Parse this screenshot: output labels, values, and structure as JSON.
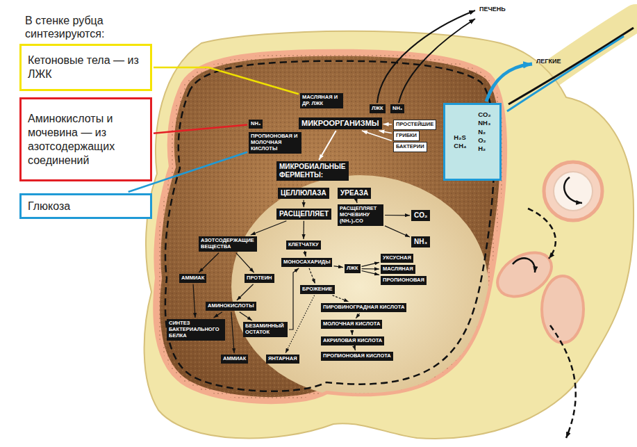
{
  "diagram": {
    "nodes": [
      {
        "text": [
          "Кетоновые тела — из ЛЖК"
        ]
      },
      {
        "text": [
          "Аминокислоты и мочевина — из азотсодержащих соединений"
        ]
      },
      {
        "text": [
          "Глюкоза"
        ]
      },
      {
        "text": [
          "МАСЛЯНАЯ И ДР. ЛЖК"
        ]
      },
      {
        "text": [
          "ЛЖК"
        ]
      },
      {
        "text": [
          "NH₃"
        ]
      },
      {
        "text": [
          "NH₃"
        ]
      },
      {
        "text": [
          "ПРОПИОНОВАЯ И МОЛОЧНАЯ КИСЛОТЫ"
        ]
      },
      {
        "text": [
          "МИКРООРГАНИЗМЫ"
        ]
      },
      {
        "text": [
          "ПРОСТЕЙШИЕ"
        ]
      },
      {
        "text": [
          "ГРИБКИ"
        ]
      },
      {
        "text": [
          "БАКТЕРИИ"
        ]
      },
      {
        "text": [
          "CO₂ NH₃ N₂ O₂ H₂",
          "H₂S CH₄"
        ]
      },
      {
        "text": [
          "МИКРОБИАЛЬНЫЕ ФЕРМЕНТЫ:"
        ]
      },
      {
        "text": [
          "ЦЕЛЛЮЛАЗА"
        ]
      },
      {
        "text": [
          "УРЕАЗА"
        ]
      },
      {
        "text": [
          "РАСЩЕПЛЯЕТ"
        ]
      },
      {
        "text": [
          "РАСЩЕПЛЯЕТ МОЧЕВИНУ (NH₂)₂CO"
        ]
      },
      {
        "text": [
          "CO₂"
        ]
      },
      {
        "text": [
          "NH₃"
        ]
      },
      {
        "text": [
          "АЗОТСОДЕРЖАЩИЕ ВЕЩЕСТВА"
        ]
      },
      {
        "text": [
          "КЛЕТЧАТКУ"
        ]
      },
      {
        "text": [
          "МОНОСАХАРИДЫ"
        ]
      },
      {
        "text": [
          "ЛЖК"
        ]
      },
      {
        "text": [
          "УКСУСНАЯ"
        ]
      },
      {
        "text": [
          "МАСЛЯНАЯ"
        ]
      },
      {
        "text": [
          "ПРОПИОНОВАЯ"
        ]
      },
      {
        "text": [
          "АММИАК"
        ]
      },
      {
        "text": [
          "ПРОТЕИН"
        ]
      },
      {
        "text": [
          "АМИНОКИСЛОТЫ"
        ]
      },
      {
        "text": [
          "СИНТЕЗ БАКТЕРИАЛЬНОГО БЕЛКА"
        ]
      },
      {
        "text": [
          "БЕЗАМИННЫЙ ОСТАТОК"
        ]
      },
      {
        "text": [
          "АММИАК"
        ]
      },
      {
        "text": [
          "БРОЖЕНИЕ"
        ]
      },
      {
        "text": [
          "ЯНТАРНАЯ"
        ]
      },
      {
        "text": [
          "ПИРОВИНОГРАДНАЯ КИСЛОТА"
        ]
      },
      {
        "text": [
          "МОЛОЧНАЯ КИСЛОТА"
        ]
      },
      {
        "text": [
          "АКРИЛОВАЯ КИСЛОТА"
        ]
      },
      {
        "text": [
          "ПРОПИОНОВАЯ КИСЛОТА"
        ]
      }
    ],
    "edges": [
      {
        "from": 0,
        "to": 3,
        "arrow": "none"
      },
      {
        "from": 1,
        "to": 6,
        "arrow": "none"
      },
      {
        "from": 2,
        "to": 7,
        "arrow": "none"
      },
      {
        "from": 9,
        "to": 8,
        "arrow": "to"
      },
      {
        "from": 10,
        "to": 8,
        "arrow": "to"
      },
      {
        "from": 11,
        "to": 8,
        "arrow": "to"
      },
      {
        "from": 8,
        "to": 13,
        "arrow": "to"
      },
      {
        "from": 14,
        "to": 16,
        "arrow": "to"
      },
      {
        "from": 15,
        "to": 17,
        "arrow": "to"
      },
      {
        "from": 17,
        "to": 18,
        "arrow": "to"
      },
      {
        "from": 17,
        "to": 19,
        "arrow": "to"
      },
      {
        "from": 16,
        "to": 20,
        "arrow": "to"
      },
      {
        "from": 16,
        "to": 21,
        "arrow": "to"
      },
      {
        "from": 21,
        "to": 22,
        "arrow": "to"
      },
      {
        "from": 22,
        "to": 23,
        "arrow": "to"
      },
      {
        "from": 23,
        "to": 24,
        "arrow": "to"
      },
      {
        "from": 23,
        "to": 25,
        "arrow": "to"
      },
      {
        "from": 23,
        "to": 26,
        "arrow": "to"
      },
      {
        "from": 20,
        "to": 27,
        "arrow": "to"
      },
      {
        "from": 20,
        "to": 28,
        "arrow": "to"
      },
      {
        "from": 28,
        "to": 29,
        "arrow": "to"
      },
      {
        "from": 27,
        "to": 30,
        "arrow": "to"
      },
      {
        "from": 29,
        "to": 30,
        "arrow": "to"
      },
      {
        "from": 29,
        "to": 31,
        "arrow": "to"
      },
      {
        "from": 29,
        "to": 32,
        "arrow": "to"
      },
      {
        "from": 31,
        "to": 22,
        "arrow": "to"
      },
      {
        "from": 22,
        "to": 33,
        "arrow": "to"
      },
      {
        "from": 33,
        "to": 35,
        "arrow": "to"
      },
      {
        "from": 33,
        "to": 34,
        "arrow": "to"
      },
      {
        "from": 35,
        "to": 36,
        "arrow": "to"
      },
      {
        "from": 36,
        "to": 37,
        "arrow": "to"
      },
      {
        "from": 37,
        "to": 38,
        "arrow": "to"
      }
    ],
    "labels": [
      "В стенке рубца синтезируются:",
      "ПЕЧЕНЬ",
      "ЛЕГКИЕ"
    ]
  }
}
